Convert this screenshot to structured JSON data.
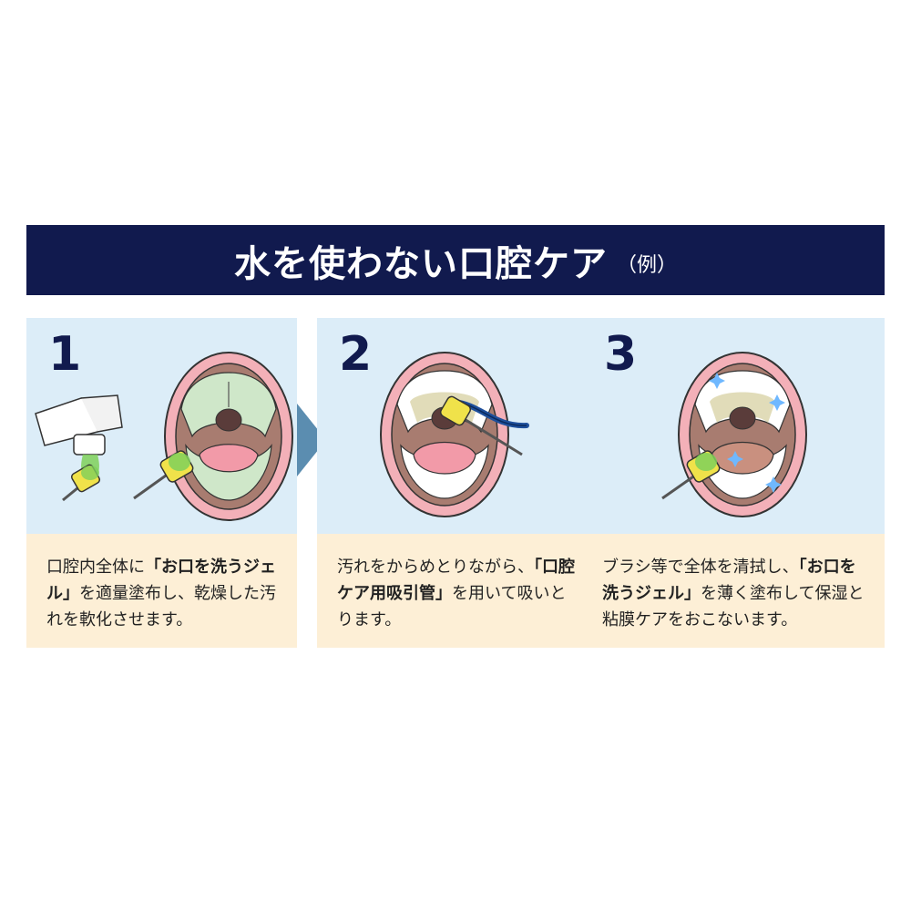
{
  "banner": {
    "title": "水を使わない口腔ケア",
    "sub": "（例）"
  },
  "steps": [
    {
      "num": "1",
      "cap_pre": "口腔内全体に",
      "cap_bold": "「お口を洗うジェル」",
      "cap_post": "を適量塗布し、乾燥した汚れを軟化させます。"
    },
    {
      "num": "2",
      "cap_pre": "汚れをからめとりながら、",
      "cap_bold": "「口腔ケア用吸引管」",
      "cap_post": "を用いて吸いとります。"
    },
    {
      "num": "3",
      "cap_pre": "ブラシ等で全体を清拭し、",
      "cap_bold": "「お口を洗うジェル」",
      "cap_post": "を薄く塗布して保湿と粘膜ケアをおこないます。"
    }
  ],
  "colors": {
    "banner": "#111a4e",
    "panel": "#dcedf8",
    "caption": "#fdefd6",
    "arrow": "#5b8db0",
    "lips": "#f3b0b8",
    "gum_gel": "#cfe7c9",
    "tongue": "#f29aa8",
    "sponge": "#f0e24a",
    "tube": "#1e4f9b",
    "gel": "#7fd05a"
  },
  "icons": [
    "mouth-illustration",
    "gel-tube-icon",
    "sponge-brush-icon",
    "suction-tube-icon",
    "sparkle-icon",
    "step-arrow-icon"
  ]
}
